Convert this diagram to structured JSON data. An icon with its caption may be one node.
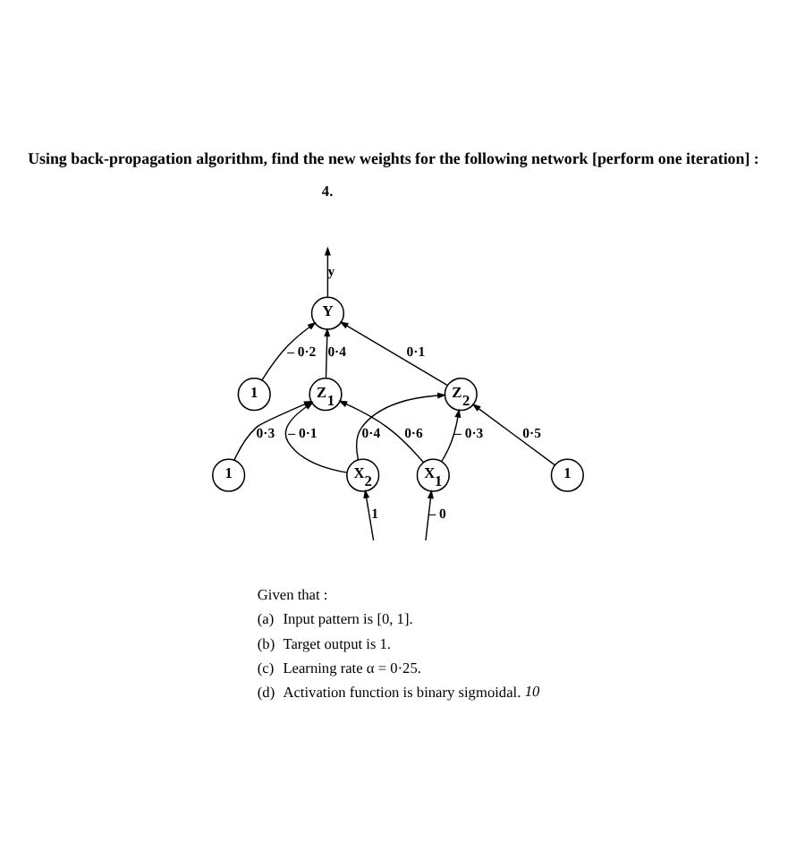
{
  "diagram": {
    "title": "Using back-propagation algorithm, find the new weights for the following network [perform one iteration] :",
    "nodes": [
      {
        "text": [
          "Y"
        ]
      },
      {
        "text": [
          "1"
        ]
      },
      {
        "text": [
          "Z$_{1}$"
        ]
      },
      {
        "text": [
          "1"
        ]
      },
      {
        "text": [
          "Z$_{2}$"
        ]
      },
      {
        "text": [
          "1"
        ]
      },
      {
        "text": [
          "X$_{1}$"
        ]
      },
      {
        "text": [
          "X$_{2}$"
        ]
      }
    ],
    "edges": [
      {
        "from": 0,
        "to": null,
        "arrow": "to",
        "label": "y"
      },
      {
        "from": 1,
        "to": 0,
        "arrow": "to",
        "label": "– 0·2"
      },
      {
        "from": 2,
        "to": 0,
        "arrow": "to",
        "label": "0·4"
      },
      {
        "from": 4,
        "to": 0,
        "arrow": "to",
        "label": "0·1"
      },
      {
        "from": 3,
        "to": 2,
        "arrow": "to",
        "label": "0·3"
      },
      {
        "from": 6,
        "to": 2,
        "arrow": "to",
        "label": "0·6"
      },
      {
        "from": 7,
        "to": 2,
        "arrow": "to",
        "label": "– 0·1"
      },
      {
        "from": 6,
        "to": 4,
        "arrow": "to",
        "label": "– 0·3"
      },
      {
        "from": 7,
        "to": 4,
        "arrow": "to",
        "label": "0·4"
      },
      {
        "from": 5,
        "to": 4,
        "arrow": "to",
        "label": "0·5"
      },
      {
        "from": null,
        "to": 6,
        "arrow": "to",
        "label": "– 0"
      },
      {
        "from": null,
        "to": 7,
        "arrow": "to",
        "label": "1"
      }
    ],
    "labels": [
      "4.",
      "Given that :",
      "(a)",
      "Input pattern is [0, 1].",
      "(b)",
      "Target output is 1.",
      "(c)",
      "Learning rate α = 0·25.",
      "(d)",
      "Activation function is binary sigmoidal.",
      "10"
    ]
  }
}
